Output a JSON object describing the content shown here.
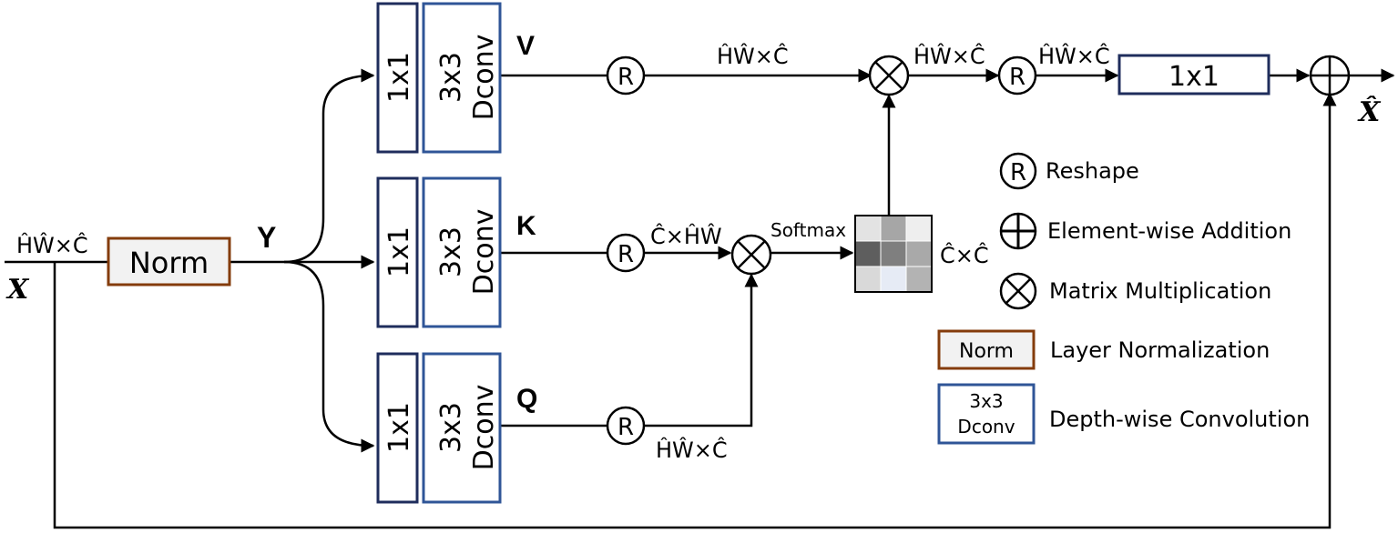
{
  "input": {
    "label": "X",
    "dim": "ĤŴ×Ĉ"
  },
  "norm": {
    "label": "Norm"
  },
  "y_label": "Y",
  "branches": {
    "conv1x1": "1x1",
    "dconv_line1": "3x3",
    "dconv_line2": "Dconv",
    "v_label": "V",
    "k_label": "K",
    "q_label": "Q"
  },
  "ops": {
    "reshape": "R"
  },
  "dims": {
    "v_reshaped": "ĤŴ×Ĉ",
    "k_reshaped": "Ĉ×ĤŴ",
    "q_reshaped": "ĤŴ×Ĉ",
    "attn": "Ĉ×Ĉ",
    "after_matmul": "ĤŴ×Ĉ",
    "after_reshape": "ĤŴ×Ĉ"
  },
  "softmax_label": "Softmax",
  "attention_map_cells": [
    "#e3e3e3",
    "#a6a6a6",
    "#eeeeee",
    "#5e5e5e",
    "#7f7f7f",
    "#a9a9a9",
    "#d9d9d9",
    "#e6ebf5",
    "#b3b3b3"
  ],
  "final_conv": "1x1",
  "output": {
    "label": "X̂"
  },
  "legend": {
    "reshape_symbol": "R",
    "reshape": "Reshape",
    "addition": "Element-wise Addition",
    "matmul": "Matrix Multiplication",
    "norm_symbol": "Norm",
    "norm": "Layer Normalization",
    "dconv_symbol_line1": "3x3",
    "dconv_symbol_line2": "Dconv",
    "dconv": "Depth-wise Convolution"
  },
  "colors": {
    "norm_border": "#843c0c",
    "conv1x1_border": "#1f2d5c",
    "dconv_border": "#2f5597",
    "norm_fill": "#f2f2f2"
  }
}
